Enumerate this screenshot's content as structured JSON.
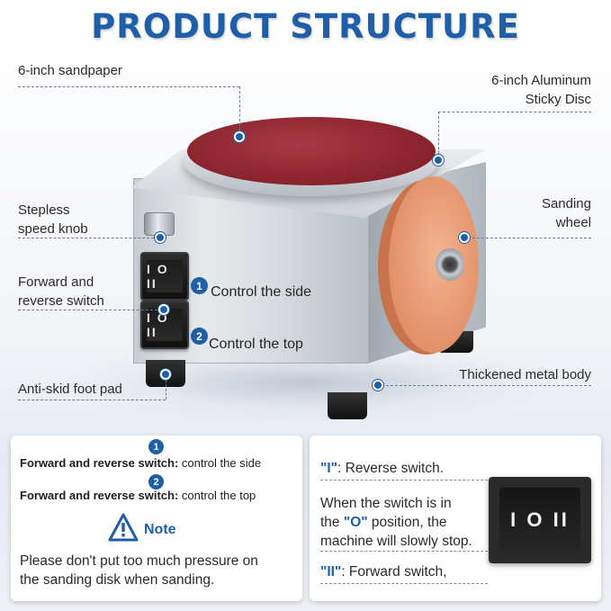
{
  "title": "PRODUCT STRUCTURE",
  "labels": {
    "sandpaper": "6-inch sandpaper",
    "aluminum_disc_line1": "6-inch Aluminum",
    "aluminum_disc_line2": "Sticky Disc",
    "knob_line1": "Stepless",
    "knob_line2": "speed knob",
    "wheel_line1": "Sanding",
    "wheel_line2": "wheel",
    "switch_line1": "Forward and",
    "switch_line2": "reverse switch",
    "foot_pad": "Anti-skid foot pad",
    "metal_body": "Thickened metal body"
  },
  "switch_callouts": [
    {
      "number": "1",
      "text": "Control the side",
      "face": "I O II"
    },
    {
      "number": "2",
      "text": "Control the top",
      "face": "I O II"
    }
  ],
  "left_panel": {
    "rows": [
      {
        "number": "1",
        "bold": "Forward and reverse switch:",
        "rest": " control the side"
      },
      {
        "number": "2",
        "bold": "Forward and reverse switch:",
        "rest": " control the top"
      }
    ],
    "note_title": "Note",
    "note_line1": "Please don't put too much pressure on",
    "note_line2": "the sanding disk when sanding."
  },
  "right_panel": {
    "reverse_key": "\"I\"",
    "reverse_text": ": Reverse switch.",
    "off_line1": "When the switch is in",
    "off_line2_pre": "the ",
    "off_key": "\"O\"",
    "off_line2_post": " position, the",
    "off_line3": "machine will slowly stop.",
    "forward_key": "\"II\"",
    "forward_text": ": Forward switch,",
    "switch_face": "I O II"
  },
  "colors": {
    "accent": "#1f5ea8",
    "disc": "#8f2630",
    "wheel": "#e79a73"
  },
  "icons": [
    "warning-triangle-icon"
  ]
}
